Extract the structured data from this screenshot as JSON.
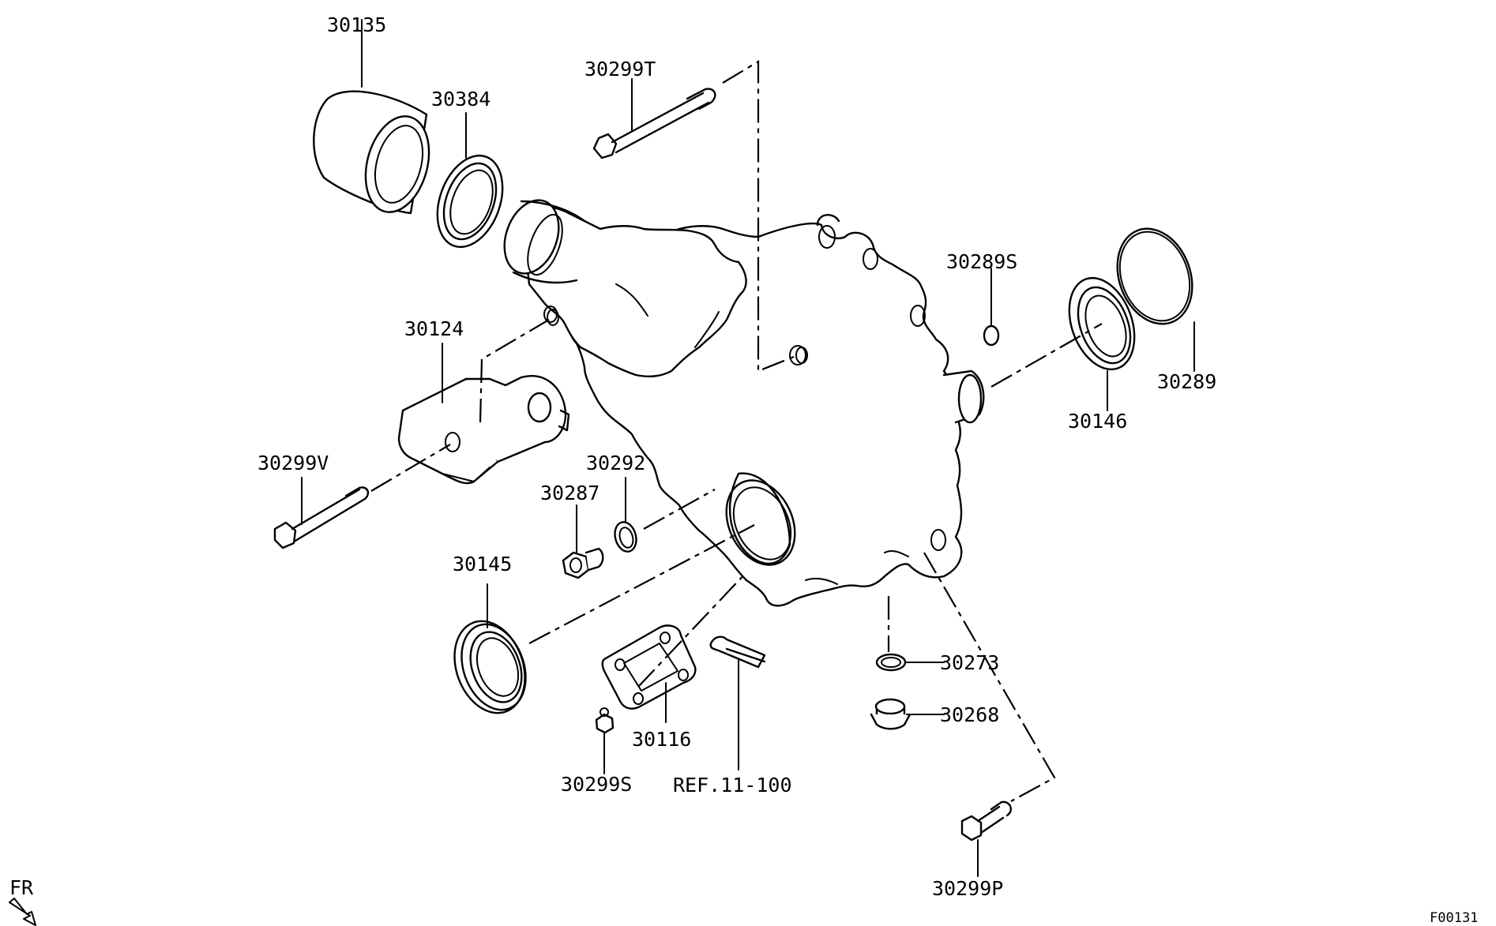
{
  "labels": {
    "p30135": "30135",
    "p30384": "30384",
    "p30299T": "30299T",
    "p30289S": "30289S",
    "p30124": "30124",
    "p30289": "30289",
    "p30146": "30146",
    "p30299V": "30299V",
    "p30292": "30292",
    "p30287": "30287",
    "p30145": "30145",
    "p30273": "30273",
    "p30268": "30268",
    "p30116": "30116",
    "p30299S": "30299S",
    "ref": "REF.11-100",
    "p30299P": "30299P",
    "fr": "FR",
    "figure_code": "F00131"
  }
}
